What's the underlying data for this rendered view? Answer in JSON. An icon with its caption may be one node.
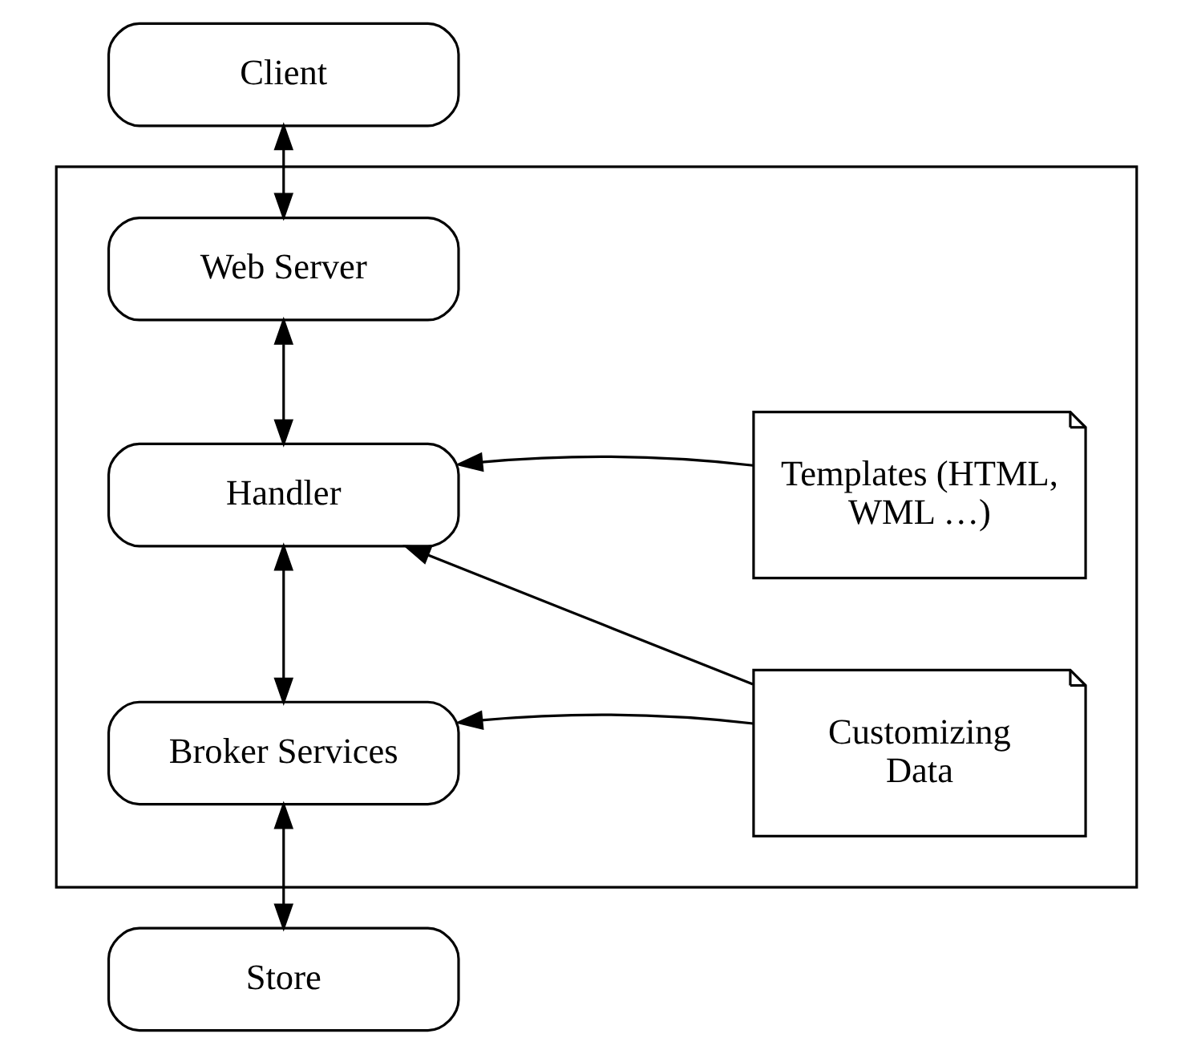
{
  "diagram": {
    "nodes": [
      {
        "text": [
          "Client"
        ]
      },
      {
        "text": [],
        "shape": "box"
      },
      {
        "text": [
          "Web Server"
        ],
        "in": 1
      },
      {
        "text": [
          "Handler"
        ],
        "in": 1
      },
      {
        "text": [
          "Templates (HTML, WML …)"
        ],
        "in": 1
      },
      {
        "text": [
          "Broker Services"
        ],
        "in": 1
      },
      {
        "text": [
          "Customizing Data"
        ],
        "in": 1
      },
      {
        "text": [
          "Store"
        ]
      }
    ],
    "edges": [
      {
        "from": 0,
        "to": 2,
        "arrow": "both"
      },
      {
        "from": 2,
        "to": 3,
        "arrow": "both"
      },
      {
        "from": 4,
        "to": 3,
        "arrow": "to"
      },
      {
        "from": 3,
        "to": 5,
        "arrow": "both"
      },
      {
        "from": 6,
        "to": 3,
        "arrow": "to"
      },
      {
        "from": 6,
        "to": 5,
        "arrow": "to"
      },
      {
        "from": 5,
        "to": 7,
        "arrow": "both"
      }
    ]
  }
}
